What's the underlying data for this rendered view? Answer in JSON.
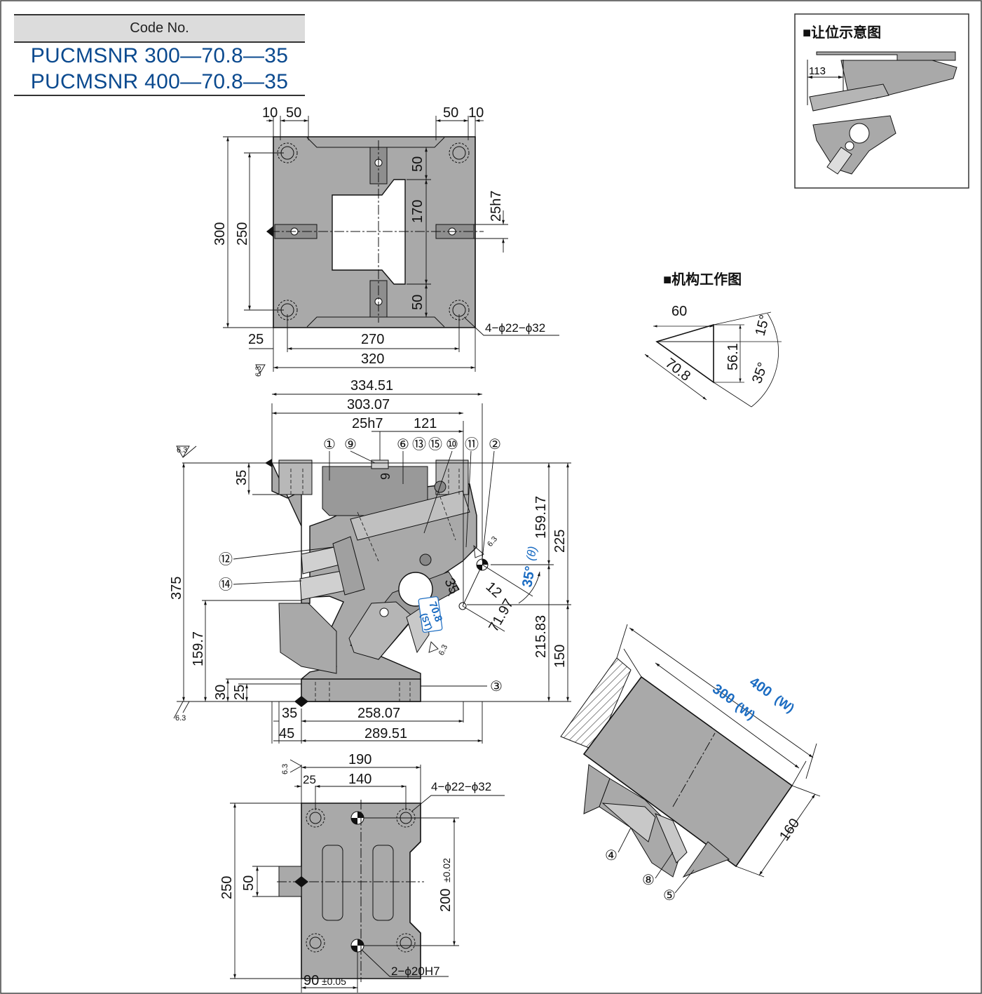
{
  "code_table": {
    "header": "Code No.",
    "rows": [
      "PUCMSNR 300—70.8—35",
      "PUCMSNR 400—70.8—35"
    ]
  },
  "panels": {
    "clearance": "■让位示意图",
    "mechanism": "■机构工作图"
  },
  "dims": {
    "top": {
      "d10_left": "10",
      "d50_left": "50",
      "d50_right": "50",
      "d10_right": "10",
      "h300": "300",
      "h250": "250",
      "d50_upper": "50",
      "d170": "170",
      "d25h7": "25h7",
      "d50_lower": "50",
      "holes": "4−ϕ22−ϕ32",
      "d25": "25",
      "d270": "270",
      "d320": "320",
      "ra": "6.3"
    },
    "front": {
      "w334": "334.51",
      "w303": "303.07",
      "d25h7": "25h7",
      "d121": "121",
      "d9": "9",
      "h35": "35",
      "h375": "375",
      "h159_7": "159.7",
      "h30": "30",
      "h25": "25",
      "h159_17": "159.17",
      "h225": "225",
      "h215_83": "215.83",
      "h150": "150",
      "angle": "35°",
      "theta": "(θ)",
      "d35": "35",
      "d12": "12",
      "d71_97": "71.97",
      "st": "70.8",
      "st_label": "(ST)",
      "b35": "35",
      "b258": "258.07",
      "b45": "45",
      "b289": "289.51",
      "ra1": "6.3",
      "ra2": "6.3",
      "ra3": "6.3",
      "ra4": "6.3"
    },
    "bottom": {
      "w190": "190",
      "w25": "25",
      "w140": "140",
      "holes": "4−ϕ22−ϕ32",
      "h250": "250",
      "h50": "50",
      "h200": "200",
      "tol200": "±0.02",
      "w90": "90",
      "tol90": "±0.05",
      "pins": "2−ϕ20H7",
      "ra": "6.3"
    },
    "clearance": {
      "d113": "113"
    },
    "mechanism": {
      "d60": "60",
      "d70_8": "70.8",
      "d56_1": "56.1",
      "a15": "15°",
      "a35": "35°"
    },
    "iso": {
      "w300": "300",
      "w400": "400",
      "w_label": "(W)",
      "d160": "160"
    }
  },
  "callouts": [
    "①",
    "⑨",
    "⑥",
    "⑬",
    "⑮",
    "⑩",
    "⑪",
    "②",
    "⑫",
    "⑭",
    "③",
    "④",
    "⑧",
    "⑤"
  ],
  "colors": {
    "part_fill": "#a9a9a9",
    "part_dark": "#7d7d7d",
    "line": "#1a1a1a",
    "accent_blue": "#1b6cc2",
    "code_blue": "#0b4a8f"
  }
}
